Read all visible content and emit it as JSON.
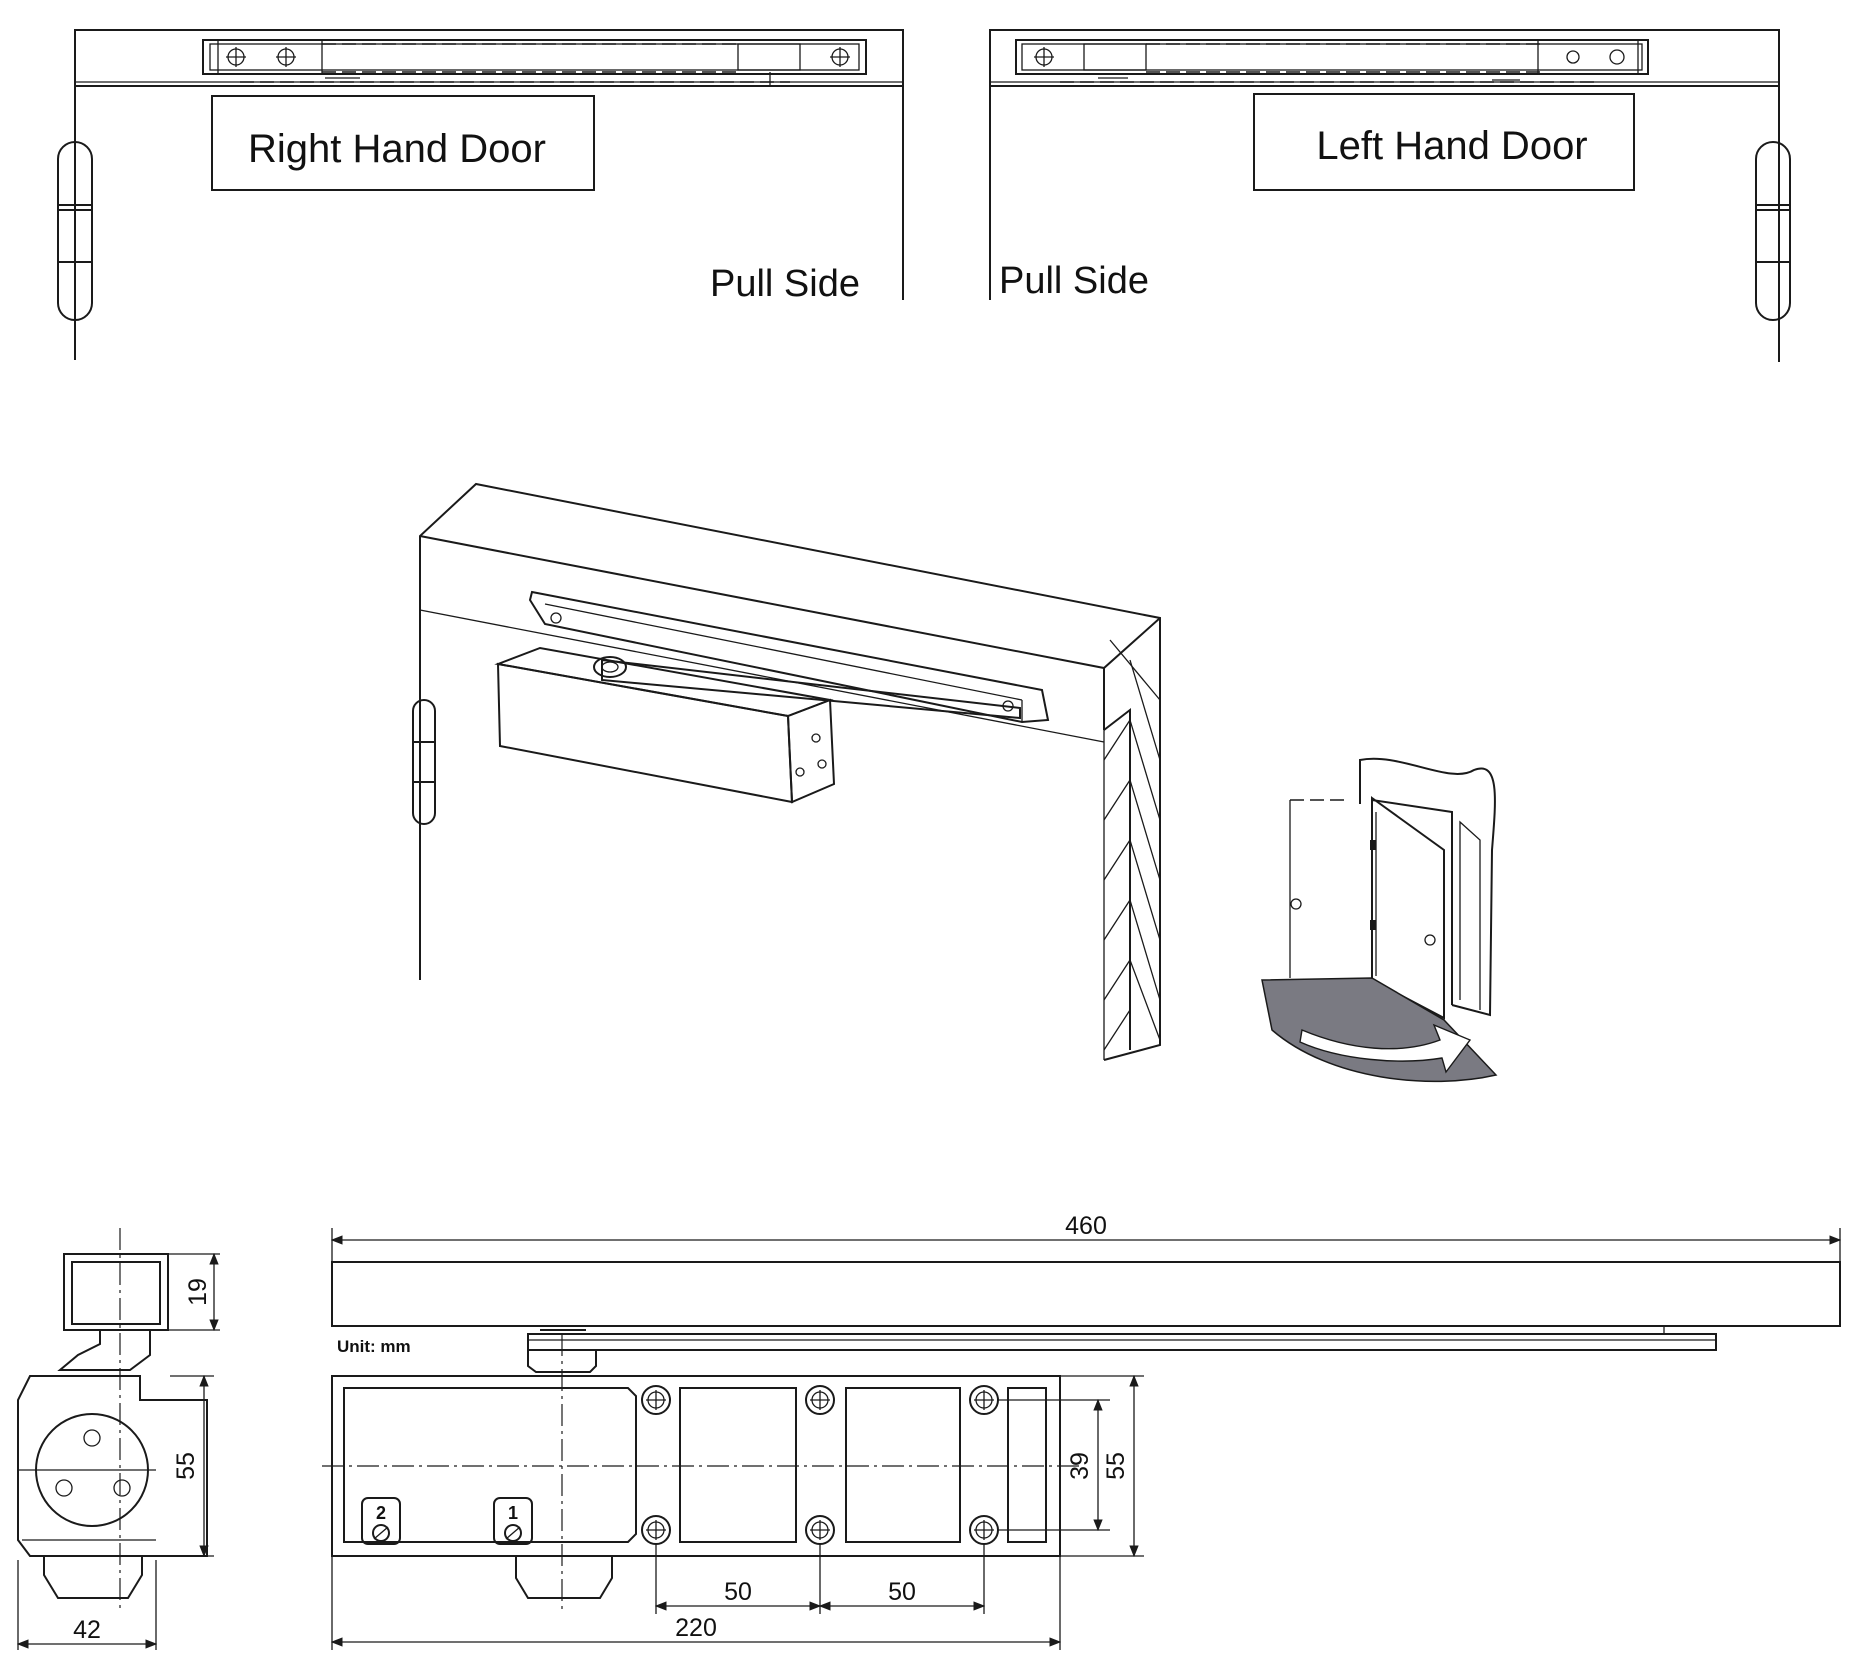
{
  "labels": {
    "right_hand_door": "Right Hand Door",
    "left_hand_door": "Left Hand Door",
    "pull_side_right": "Pull Side",
    "pull_side_left": "Pull Side",
    "unit": "Unit: mm",
    "adjust_valve_1": "1",
    "adjust_valve_2": "2"
  },
  "dimensions": {
    "overall_length": "460",
    "body_length": "220",
    "hole_spacing_a": "50",
    "hole_spacing_b": "50",
    "hole_vertical_spacing": "39",
    "body_height": "55",
    "side_height": "55",
    "side_width": "42",
    "arm_height": "19"
  },
  "colors": {
    "line": "#1a1a1a",
    "swing_fill": "#7a7a82",
    "background": "#ffffff"
  }
}
